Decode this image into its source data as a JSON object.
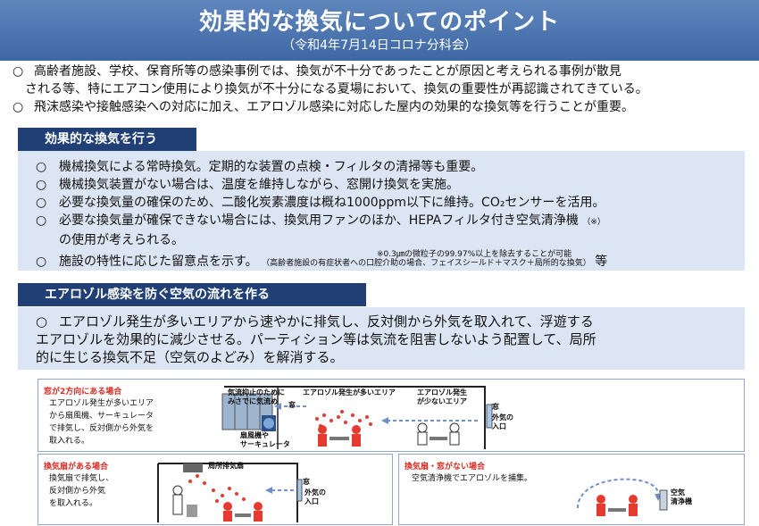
{
  "header": {
    "title": "効果的な換気についてのポイント",
    "subtitle": "（令和4年7月14日コロナ分科会）"
  },
  "intro": {
    "mark": "○",
    "item1_line1": "高齢者施設、学校、保育所等の感染事例では、換気が不十分であったことが原因と考えられる事例が散見",
    "item1_line2": "される等、特にエアコン使用により換気が不十分になる夏場において、換気の重要性が再認識されてきている。",
    "item2": "飛沫感染や接触感染への対応に加え、エアロゾル感染に対応した屋内の効果的な換気等を行うことが重要。"
  },
  "section1": {
    "title": "効果的な換気を行う",
    "mark": "○",
    "item1": "機械換気による常時換気。定期的な装置の点検・フィルタの清掃等も重要。",
    "item2": "機械換気装置がない場合は、温度を維持しながら、窓開け換気を実施。",
    "item3": "必要な換気量の確保のため、二酸化炭素濃度は概ね1000ppm以下に維持。CO₂センサーを活用。",
    "item4_line1": "必要な換気量が確保できない場合には、換気用ファンのほか、HEPAフィルタ付き空気清浄機",
    "item4_note_mark": "（※）",
    "item4_line2": "の使用が考えられる。",
    "item4_footnote": "※0.3㎛の微粒子の99.97%以上を除去することが可能",
    "item5_main": "施設の特性に応じた留意点を示す。",
    "item5_small": "（高齢者施設の有症状者への口腔介助の場合、フェイスシールド＋マスク＋局所的な換気）",
    "item5_end": "等"
  },
  "section2": {
    "title": "エアロゾル感染を防ぐ空気の流れを作る",
    "mark": "○",
    "line1": "エアロゾル発生が多いエリアから速やかに排気し、反対側から外気を取入れて、浮遊する",
    "line2": "エアロゾルを効果的に減少させる。パーティション等は気流を阻害しないよう配置して、局所",
    "line3": "的に生じる換気不足（空気のよどみ）を解消する。"
  },
  "panel1": {
    "caption": "窓が2方向にある場合",
    "desc_line1": "エアロゾル発生が多いエリア",
    "desc_line2": "から扇風機、サーキュレータ",
    "desc_line3": "で排気し、反対側から外気を",
    "desc_line4": "取入れる。",
    "label_top_line1": "気流抑止のために",
    "label_top_line2": "みさでに気流め",
    "label_high_area": "エアロゾル発生が多いエリア",
    "label_low_area_line1": "エアロゾル発生",
    "label_low_area_line2": "が少ないエリア",
    "label_fan_line1": "扇風機や",
    "label_fan_line2": "サーキュレータ",
    "label_inlet_line1": "外気の",
    "label_inlet_line2": "入口",
    "window_mark": "窓"
  },
  "panel2": {
    "caption": "換気扇がある場合",
    "desc_line1": "換気扇で排気し、",
    "desc_line2": "反対側から外気",
    "desc_line3": "を取入れる。",
    "label_fan": "局所排気扇",
    "label_inlet_line1": "外気の",
    "label_inlet_line2": "入口",
    "window_mark": "窓"
  },
  "panel3": {
    "caption": "換気扇・窓がない場合",
    "desc": "空気清浄機でエアロゾルを捕集。",
    "label_purifier_line1": "空気",
    "label_purifier_line2": "清浄機"
  },
  "colors": {
    "header": "#4a72ac",
    "section_title": "#1f3f75",
    "section_body": "#dbe5f3",
    "caption_red": "#d62e25",
    "aerosol_red": "#e53a30"
  }
}
